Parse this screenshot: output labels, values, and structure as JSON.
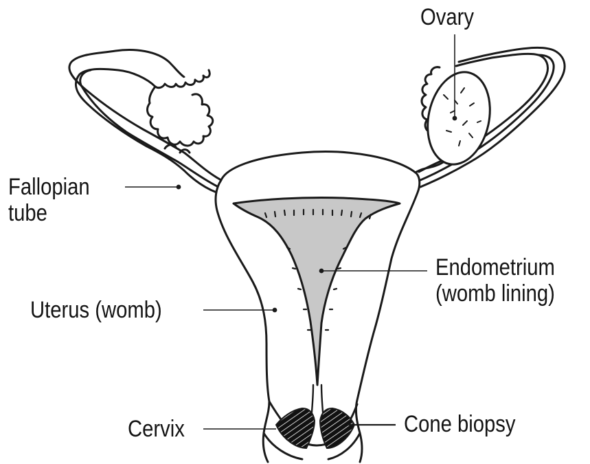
{
  "figure": {
    "labels": {
      "ovary": "Ovary",
      "fallopian_tube": [
        "Fallopian",
        "tube"
      ],
      "endometrium": [
        "Endometrium",
        "(womb lining)"
      ],
      "uterus": "Uterus (womb)",
      "cervix": "Cervix",
      "cone_biopsy": "Cone biopsy"
    },
    "colors": {
      "line": "#1a1a1a",
      "tissue_fill": "#ffffff",
      "cavity_fill": "#c8c8c8",
      "biopsy_fill": "#111111",
      "background": "#ffffff"
    }
  }
}
